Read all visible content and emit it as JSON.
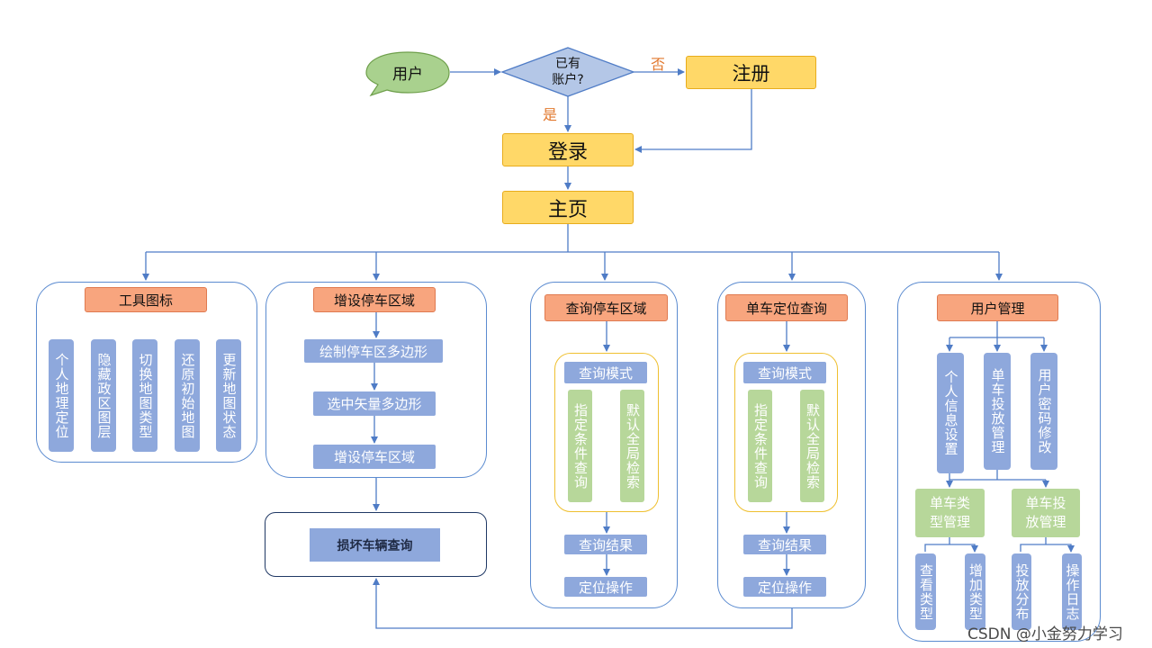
{
  "top": {
    "user": "用户",
    "decision_line1": "已有",
    "decision_line2": "账户?",
    "no_label": "否",
    "yes_label": "是",
    "register": "注册",
    "login": "登录",
    "home": "主页"
  },
  "modules": {
    "tools": {
      "title": "工具图标",
      "items": [
        "个人地理定位",
        "隐藏政区图层",
        "切换地图类型",
        "还原初始地图",
        "更新地图状态"
      ]
    },
    "add_parking": {
      "title": "增设停车区域",
      "steps": [
        "绘制停车区多边形",
        "选中矢量多边形",
        "增设停车区域"
      ],
      "broken_query": "损坏车辆查询"
    },
    "query_parking": {
      "title": "查询停车区域",
      "mode": "查询模式",
      "options": [
        "指定条件查询",
        "默认全局检索"
      ],
      "result": "查询结果",
      "locate": "定位操作"
    },
    "bike_locate": {
      "title": "单车定位查询",
      "mode": "查询模式",
      "options": [
        "指定条件查询",
        "默认全局检索"
      ],
      "result": "查询结果",
      "locate": "定位操作"
    },
    "user_mgmt": {
      "title": "用户管理",
      "items": [
        "个人信息设置",
        "单车投放管理",
        "用户密码修改"
      ],
      "bike_type_mgmt": "单车类型管理",
      "bike_deploy_mgmt": "单车投放管理",
      "sub_items": [
        "查看类型",
        "增加类型",
        "投放分布",
        "操作日志"
      ]
    }
  },
  "watermark": "CSDN @小金努力学习",
  "colors": {
    "line": "#4f7cc6",
    "orange": "#f8a57e",
    "yellow": "#ffd868",
    "blue_box": "#8ea8dc",
    "green": "#b7d79a",
    "green_bubble": "#a9d18e",
    "decision": "#b4c7e7"
  }
}
